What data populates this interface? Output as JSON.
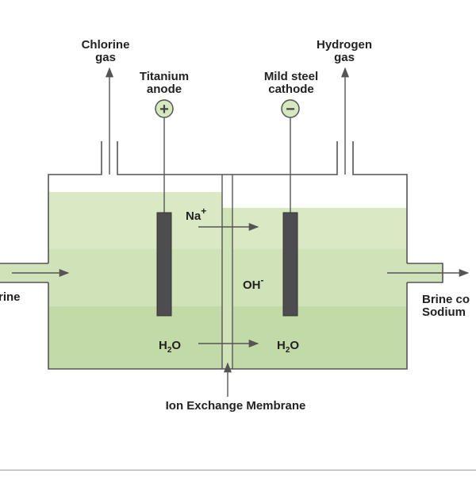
{
  "labels": {
    "chlorine_line1": "Chlorine",
    "chlorine_line2": "gas",
    "hydrogen_line1": "Hydrogen",
    "hydrogen_line2": "gas",
    "titanium_line1": "Titanium",
    "titanium_line2": "anode",
    "mild_steel_line1": "Mild steel",
    "mild_steel_line2": "cathode",
    "anode_sign": "+",
    "cathode_sign": "−",
    "na_ion": "Na",
    "na_charge": "+",
    "oh_ion": "OH",
    "oh_charge": "-",
    "water_left": "H",
    "water_left_sub": "2",
    "water_left_o": "O",
    "water_right": "H",
    "water_right_sub": "2",
    "water_right_o": "O",
    "brine_in": "rine",
    "brine_out_line1": "Brine co",
    "brine_out_line2": "Sodium",
    "membrane": "Ion Exchange Membrane"
  },
  "colors": {
    "liquid_light": "#d9e9c4",
    "liquid_mid": "#cfe2b8",
    "liquid_dark": "#c2d9a8",
    "outline": "#555555",
    "electrode": "#4d4d4f",
    "arrow": "#555555",
    "sign_fill": "#d6e8bf"
  }
}
